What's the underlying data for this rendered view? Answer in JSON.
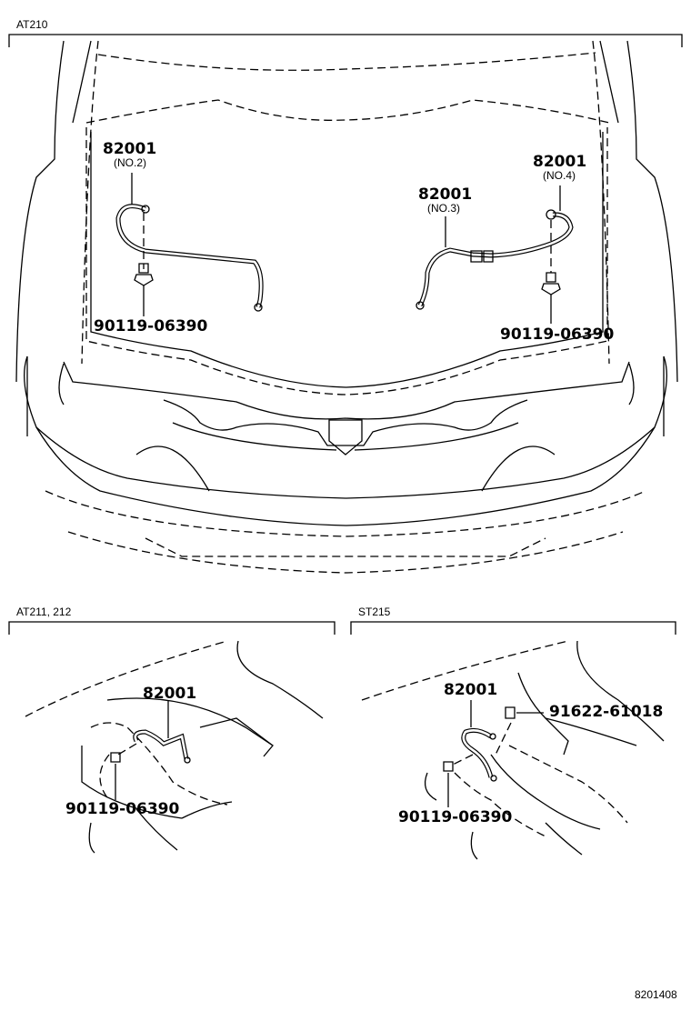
{
  "sections": {
    "main": "AT210",
    "lower_left": "AT211, 212",
    "lower_right": "ST215"
  },
  "main": {
    "wire_left": {
      "part": "82001",
      "note": "(NO.2)"
    },
    "wire_mid": {
      "part": "82001",
      "note": "(NO.3)"
    },
    "wire_right": {
      "part": "82001",
      "note": "(NO.4)"
    },
    "bolt_left": "90119-06390",
    "bolt_right": "90119-06390"
  },
  "lower_left": {
    "wire": "82001",
    "bolt": "90119-06390"
  },
  "lower_right": {
    "wire": "82001",
    "bolt_a": "91622-61018",
    "bolt_b": "90119-06390"
  },
  "footer": {
    "figure_id": "8201408"
  }
}
